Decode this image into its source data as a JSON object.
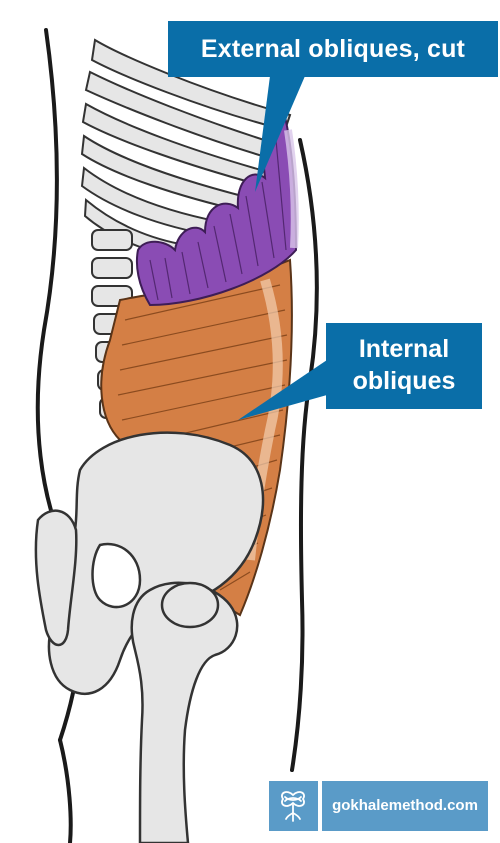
{
  "labels": {
    "external_obliques": "External obliques, cut",
    "internal_obliques_line1": "Internal",
    "internal_obliques_line2": "obliques"
  },
  "brand": {
    "url": "gokhalemethod.com",
    "logo_icon": "knot-tree-logo-icon"
  },
  "colors": {
    "callout_bg": "#0a6ea8",
    "brand_bg": "#5a9bc8",
    "external_obliques_muscle": "#8a4cb4",
    "internal_obliques_muscle": "#d47f45",
    "bone": "#e6e6e6",
    "outline": "#222222"
  }
}
